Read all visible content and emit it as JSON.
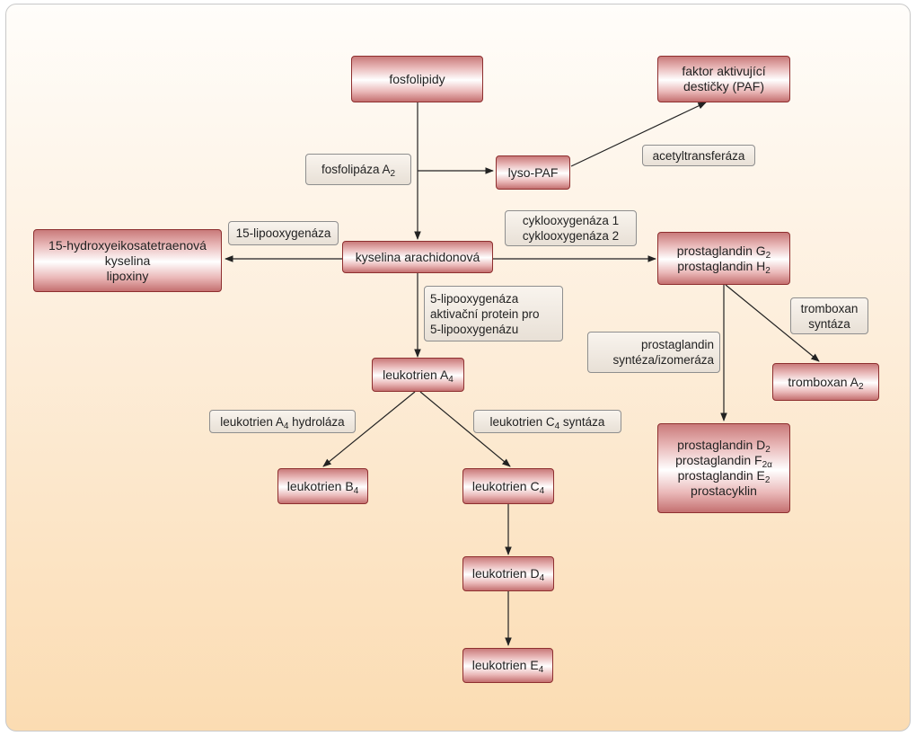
{
  "nodes": {
    "fosfolipidy": "fosfolipidy",
    "paf": [
      "faktor aktivující",
      "destičky (PAF)"
    ],
    "lyso_paf": "lyso-PAF",
    "hete": [
      "15-hydroxyeikosatetraenová",
      "kyselina",
      "lipoxiny"
    ],
    "arachidonova": "kyselina arachidonová",
    "pg_g2_h2": [
      {
        "text": "prostaglandin G",
        "sub": "2"
      },
      {
        "text": "prostaglandin H",
        "sub": "2"
      }
    ],
    "tromboxan_a2": {
      "text": "tromboxan A",
      "sub": "2"
    },
    "leuko_a4": {
      "text": "leukotrien A",
      "sub": "4"
    },
    "leuko_b4": {
      "text": "leukotrien B",
      "sub": "4"
    },
    "leuko_c4": {
      "text": "leukotrien C",
      "sub": "4"
    },
    "leuko_d4": {
      "text": "leukotrien D",
      "sub": "4"
    },
    "leuko_e4": {
      "text": "leukotrien E",
      "sub": "4"
    },
    "pg_group": [
      {
        "text": "prostaglandin D",
        "sub": "2"
      },
      {
        "text": "prostaglandin F",
        "sub": "2α"
      },
      {
        "text": "prostaglandin E",
        "sub": "2"
      },
      {
        "text": "prostacyklin",
        "sub": ""
      }
    ]
  },
  "enzymes": {
    "fosfolipaza": {
      "text": "fosfolipáza A",
      "sub": "2"
    },
    "acetyltransferaza": "acetyltransferáza",
    "lipooxygenaza_15": "15-lipooxygenáza",
    "cyklooxygenaza": [
      "cyklooxygenáza 1",
      "cyklooxygenáza 2"
    ],
    "lipooxygenaza_5": [
      "5-lipooxygenáza",
      "aktivační protein pro",
      "5-lipooxygenázu"
    ],
    "tromboxan_syntaza": [
      "tromboxan",
      "syntáza"
    ],
    "pg_syntaza": [
      "prostaglandin",
      "syntéza/izomeráza"
    ],
    "hydrolaza": {
      "text": "leukotrien A",
      "sub": "4",
      "suffix": " hydroláza"
    },
    "c4_syntaza": {
      "text": "leukotrien C",
      "sub": "4",
      "suffix": " syntáza"
    }
  }
}
